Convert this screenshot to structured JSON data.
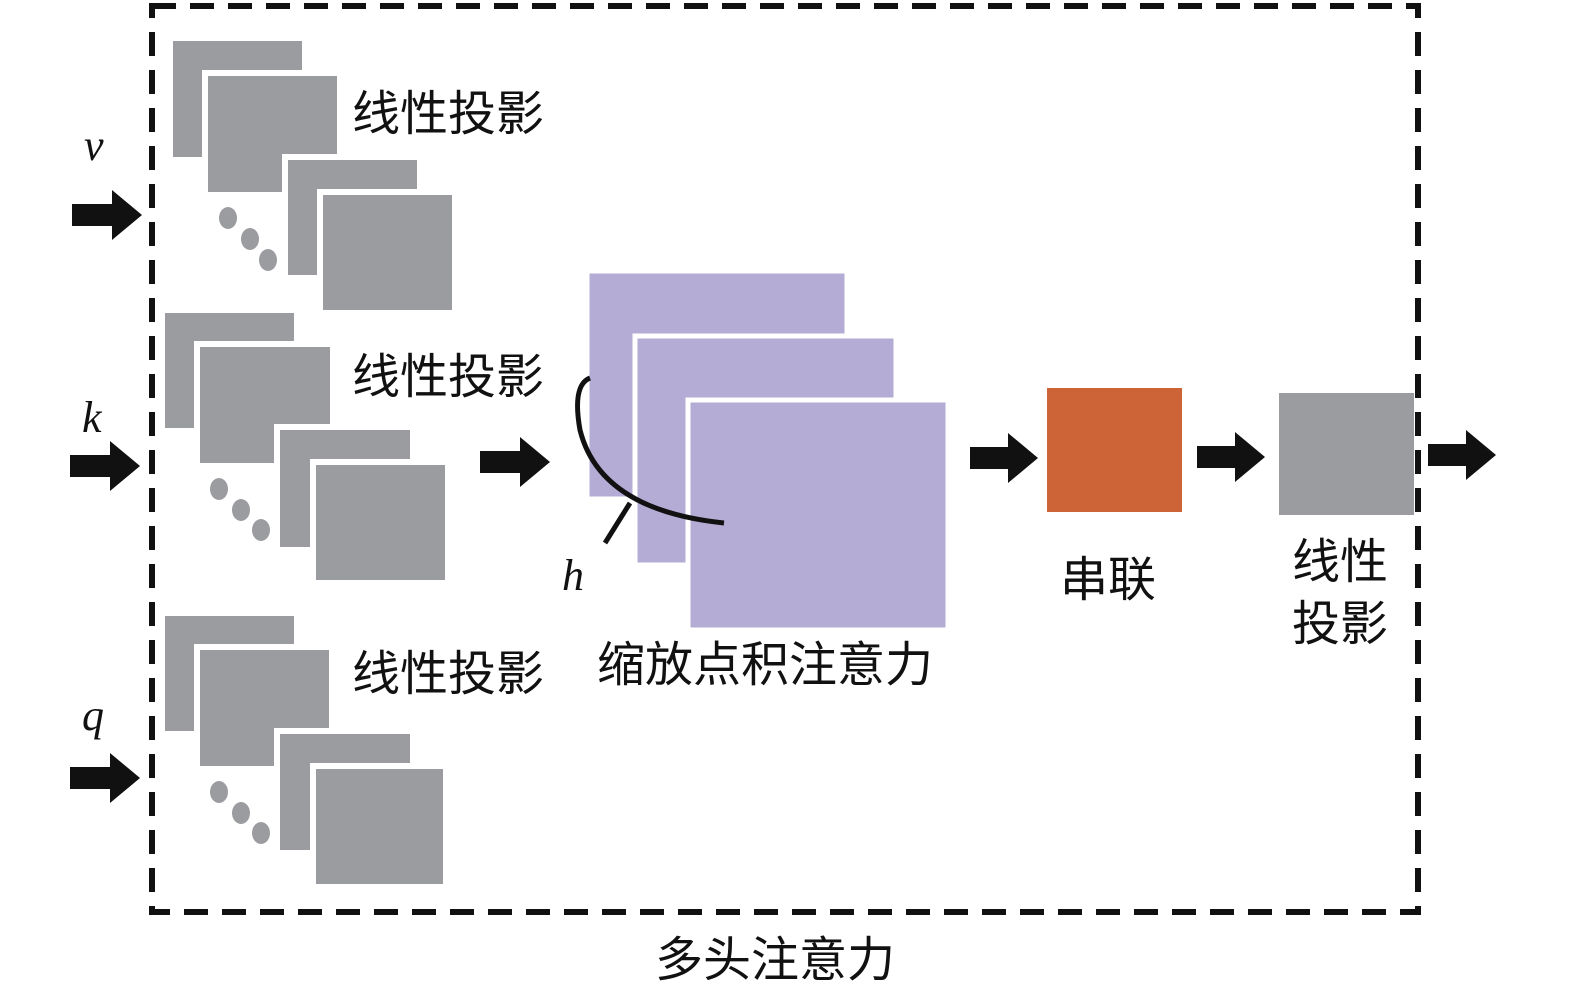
{
  "title": "多头注意力",
  "inputs": {
    "v": "v",
    "k": "k",
    "q": "q"
  },
  "projection_label": "线性投影",
  "attention_label": "缩放点积注意力",
  "heads_label": "h",
  "concat_label": "串联",
  "output_projection": {
    "line1": "线性",
    "line2": "投影"
  },
  "colors": {
    "projection": "#9b9c9f",
    "attention": "#b5acd6",
    "concat": "#cc6438",
    "border": "#111111"
  }
}
